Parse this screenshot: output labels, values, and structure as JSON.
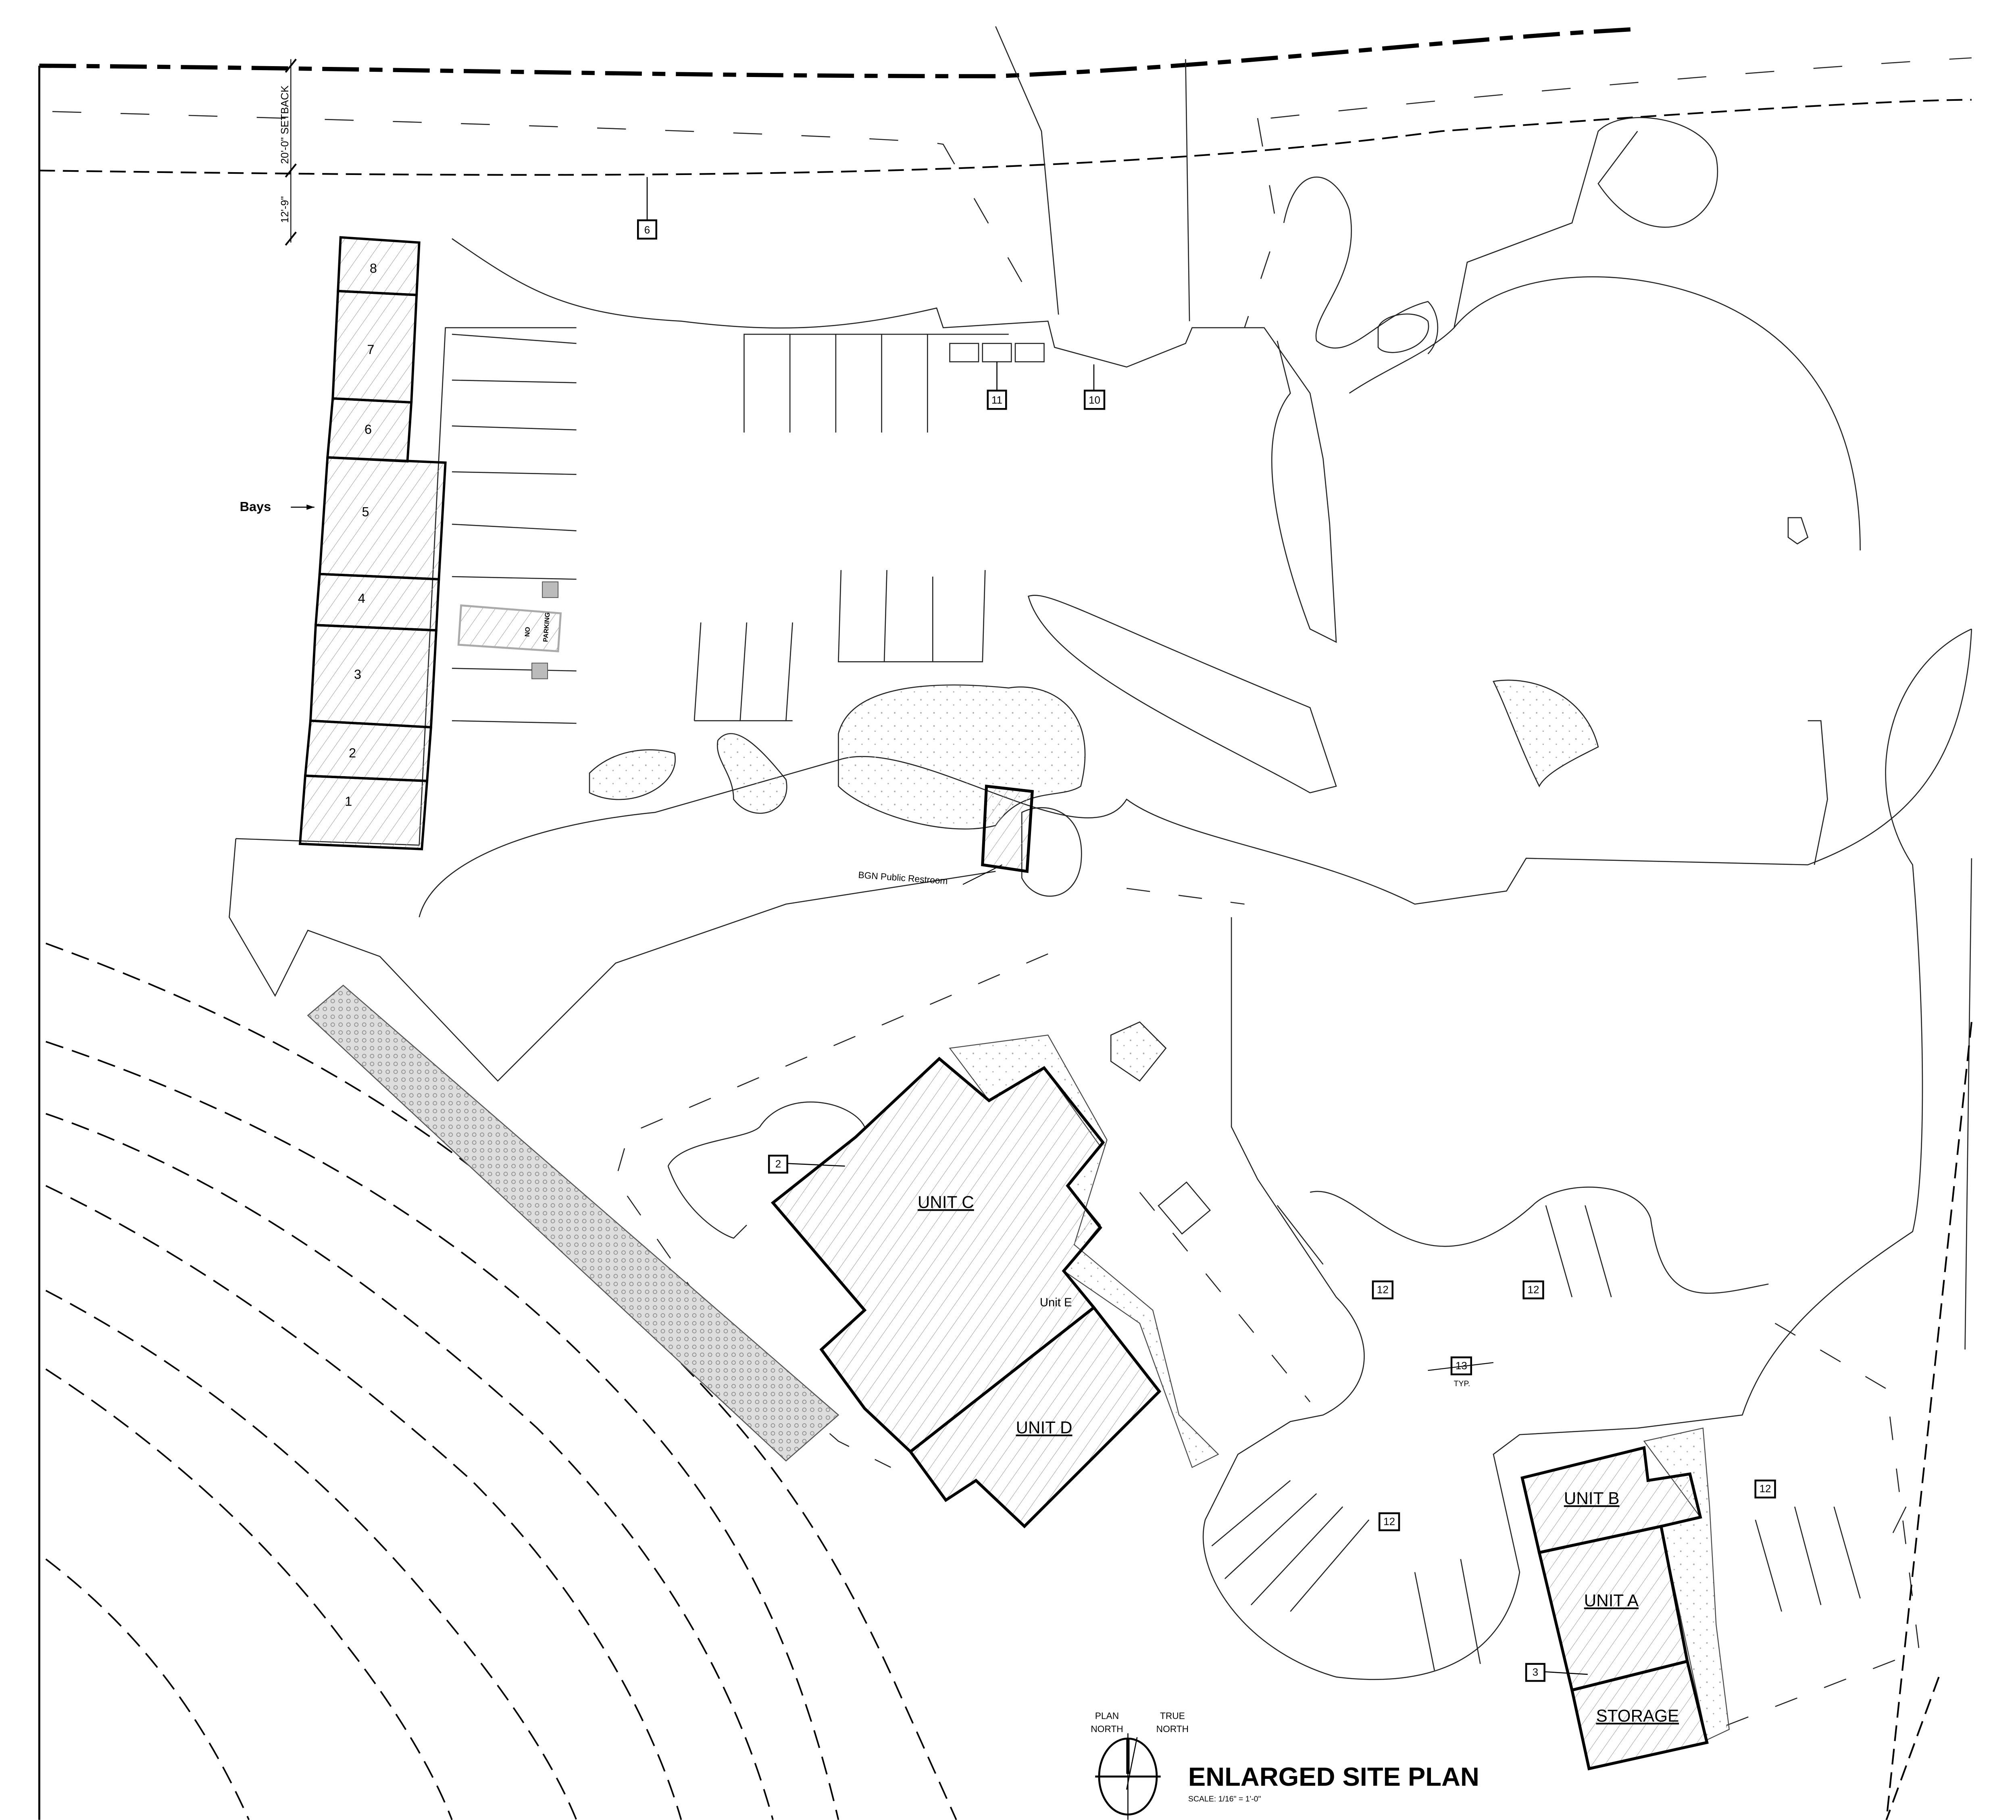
{
  "title": "ENLARGED SITE PLAN",
  "scale_label": "SCALE:",
  "scale_value": "1/16\" = 1'-0\"",
  "north_arrow": {
    "plan_north": [
      "PLAN",
      "NORTH"
    ],
    "true_north": [
      "TRUE",
      "NORTH"
    ]
  },
  "dimensions": {
    "setback": "20'-0\" SETBACK",
    "offset": "12'-9\""
  },
  "bays": {
    "label": "Bays",
    "numbers": [
      "1",
      "2",
      "3",
      "4",
      "5",
      "6",
      "7",
      "8"
    ]
  },
  "no_parking": [
    "NO",
    "PARKING"
  ],
  "restroom_label": "BGN Public Restroom",
  "units": {
    "unit_c": "UNIT C",
    "unit_d": "UNIT D",
    "unit_e": "Unit E",
    "unit_b": "UNIT B",
    "unit_a": "UNIT A",
    "storage": "STORAGE"
  },
  "keynotes": {
    "k6": "6",
    "k11": "11",
    "k10": "10",
    "k2": "2",
    "k12": "12",
    "k13": "13",
    "k3": "3",
    "typ": "TYP."
  }
}
